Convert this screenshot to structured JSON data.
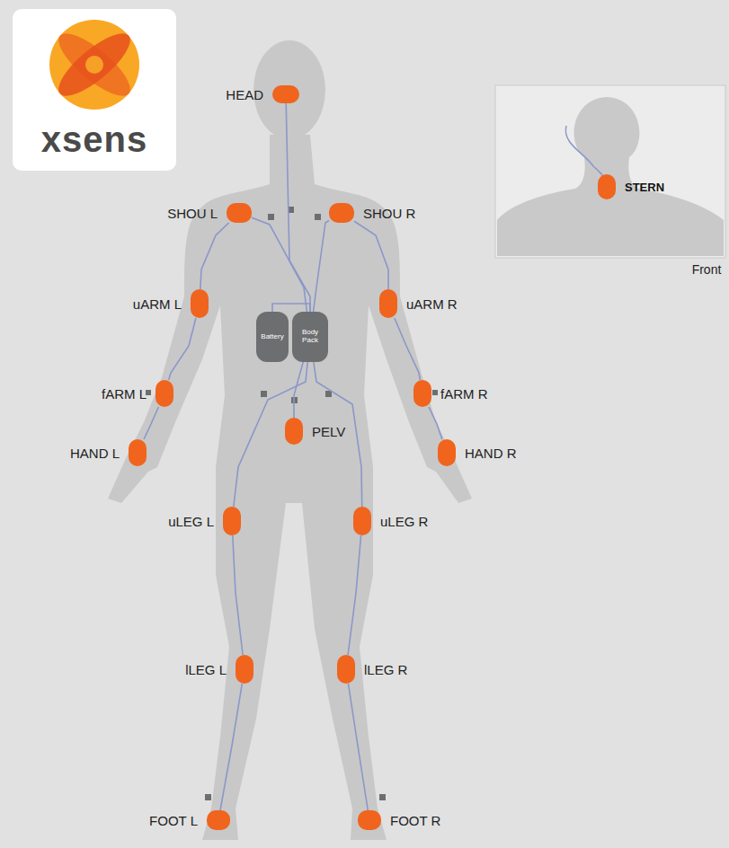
{
  "diagram": {
    "nodes": [
      {
        "text": [
          "HEAD"
        ]
      },
      {
        "text": [
          "SHOU L"
        ]
      },
      {
        "text": [
          "SHOU R"
        ]
      },
      {
        "text": [
          "STERN"
        ]
      },
      {
        "text": [
          "uARM L"
        ]
      },
      {
        "text": [
          "uARM R"
        ]
      },
      {
        "text": [
          "Battery"
        ]
      },
      {
        "text": [
          "Body Pack"
        ]
      },
      {
        "text": [
          "fARM L"
        ]
      },
      {
        "text": [
          "fARM R"
        ]
      },
      {
        "text": [
          "PELV"
        ]
      },
      {
        "text": [
          "HAND L"
        ]
      },
      {
        "text": [
          "HAND R"
        ]
      },
      {
        "text": [
          "uLEG L"
        ]
      },
      {
        "text": [
          "uLEG R"
        ]
      },
      {
        "text": [
          "lLEG L"
        ]
      },
      {
        "text": [
          "lLEG R"
        ]
      },
      {
        "text": [
          "FOOT L"
        ]
      },
      {
        "text": [
          "FOOT R"
        ]
      }
    ],
    "edges": [
      {
        "from": 7,
        "to": 0,
        "arrow": "none"
      },
      {
        "from": 7,
        "to": 1,
        "arrow": "none"
      },
      {
        "from": 1,
        "to": 4,
        "arrow": "none"
      },
      {
        "from": 4,
        "to": 8,
        "arrow": "none"
      },
      {
        "from": 8,
        "to": 11,
        "arrow": "none"
      },
      {
        "from": 7,
        "to": 2,
        "arrow": "none"
      },
      {
        "from": 2,
        "to": 5,
        "arrow": "none"
      },
      {
        "from": 5,
        "to": 9,
        "arrow": "none"
      },
      {
        "from": 9,
        "to": 12,
        "arrow": "none"
      },
      {
        "from": 6,
        "to": 7,
        "arrow": "none"
      },
      {
        "from": 7,
        "to": 10,
        "arrow": "none"
      },
      {
        "from": 7,
        "to": 13,
        "arrow": "none"
      },
      {
        "from": 13,
        "to": 15,
        "arrow": "none"
      },
      {
        "from": 15,
        "to": 17,
        "arrow": "none"
      },
      {
        "from": 7,
        "to": 14,
        "arrow": "none"
      },
      {
        "from": 14,
        "to": 16,
        "arrow": "none"
      },
      {
        "from": 16,
        "to": 18,
        "arrow": "none"
      }
    ],
    "labels": [
      "xsens",
      "Front"
    ]
  }
}
